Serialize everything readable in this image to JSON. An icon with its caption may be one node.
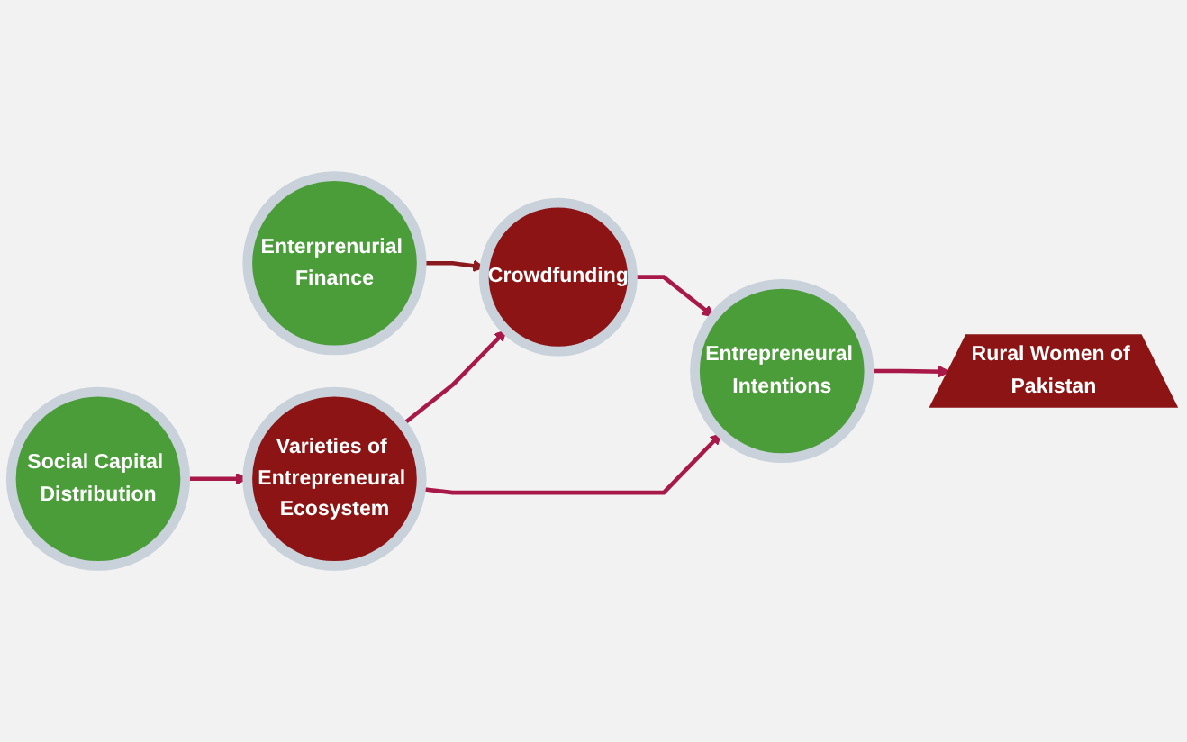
{
  "diagram": {
    "nodes": [
      {
        "text": [
          "Enterprenurial Finance"
        ]
      },
      {
        "text": [
          "Crowdfunding"
        ]
      },
      {
        "text": [
          "Entrepreneural Intentions"
        ]
      },
      {
        "text": [
          "Social Capital Distribution"
        ]
      },
      {
        "text": [
          "Varieties of Entrepreneural Ecosystem"
        ]
      },
      {
        "text": [
          "Rural Women of Pakistan"
        ]
      }
    ],
    "edges": [
      {
        "from": 0,
        "to": 1,
        "arrow": "to",
        "color": "#8b1a1f"
      },
      {
        "from": 1,
        "to": 2,
        "arrow": "to"
      },
      {
        "from": 3,
        "to": 4,
        "arrow": "to"
      },
      {
        "from": 4,
        "to": 1,
        "arrow": "to"
      },
      {
        "from": 4,
        "to": 2,
        "arrow": "to"
      },
      {
        "from": 2,
        "to": 5,
        "arrow": "to"
      }
    ]
  }
}
